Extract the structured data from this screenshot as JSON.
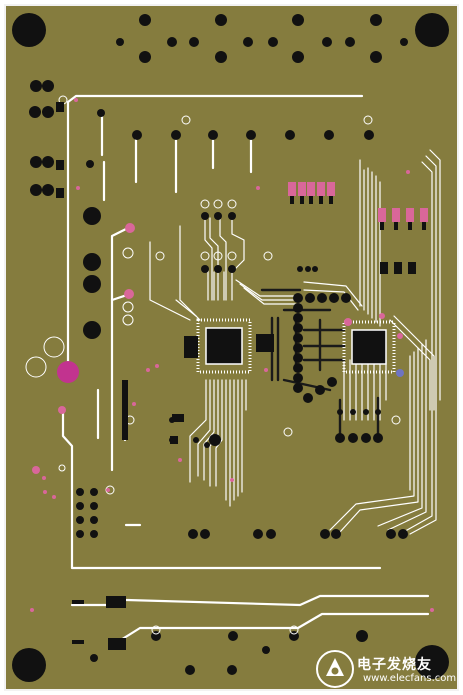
{
  "board": {
    "colors": {
      "board_fill": "#857c3e",
      "outline": "#f2f2f2",
      "copper_dark": "#111111",
      "trace": "#ffffff",
      "pad_pink": "#d9679a",
      "pad_magenta": "#c2338f",
      "pad_violet": "#6e74c2"
    }
  },
  "watermark": {
    "logo": "electronics-fans-logo",
    "text_cn": "电子发烧友",
    "text_url": "www.elecfans.com"
  }
}
